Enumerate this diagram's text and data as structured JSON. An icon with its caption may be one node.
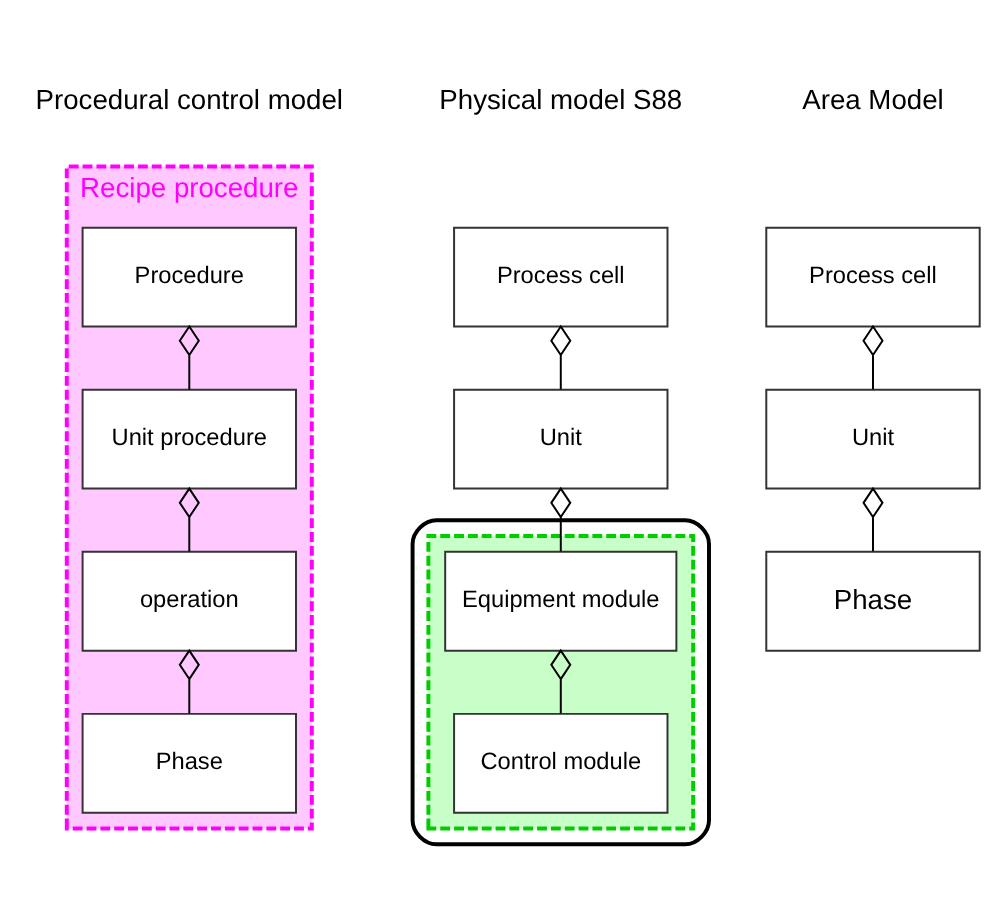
{
  "diagram": {
    "nodes": [
      {
        "text": [
          "Recipe procedure"
        ]
      },
      {
        "text": [
          "Procedure"
        ],
        "in": 0
      },
      {
        "text": [
          "Unit procedure"
        ],
        "in": 0
      },
      {
        "text": [
          "operation"
        ],
        "in": 0
      },
      {
        "text": [
          "Phase"
        ],
        "in": 0
      },
      {
        "text": [
          "Process cell"
        ]
      },
      {
        "text": [
          "Unit"
        ]
      },
      {
        "text": [],
        "shape": "box"
      },
      {
        "text": [],
        "shape": "box",
        "in": 7
      },
      {
        "text": [
          "Equipment module"
        ],
        "in": 8
      },
      {
        "text": [
          "Control module"
        ],
        "in": 8
      },
      {
        "text": [
          "Process cell"
        ]
      },
      {
        "text": [
          "Unit"
        ]
      },
      {
        "text": [
          "Phase"
        ]
      }
    ],
    "edges": [
      {
        "from": 1,
        "to": 2,
        "arrow": "other"
      },
      {
        "from": 2,
        "to": 3,
        "arrow": "other"
      },
      {
        "from": 3,
        "to": 4,
        "arrow": "other"
      },
      {
        "from": 5,
        "to": 6,
        "arrow": "other"
      },
      {
        "from": 6,
        "to": 9,
        "arrow": "other"
      },
      {
        "from": 9,
        "to": 10,
        "arrow": "other"
      },
      {
        "from": 11,
        "to": 12,
        "arrow": "other"
      },
      {
        "from": 12,
        "to": 13,
        "arrow": "other"
      }
    ],
    "labels": [
      "Procedural control model",
      "Physical model S88",
      "Area Model"
    ]
  }
}
